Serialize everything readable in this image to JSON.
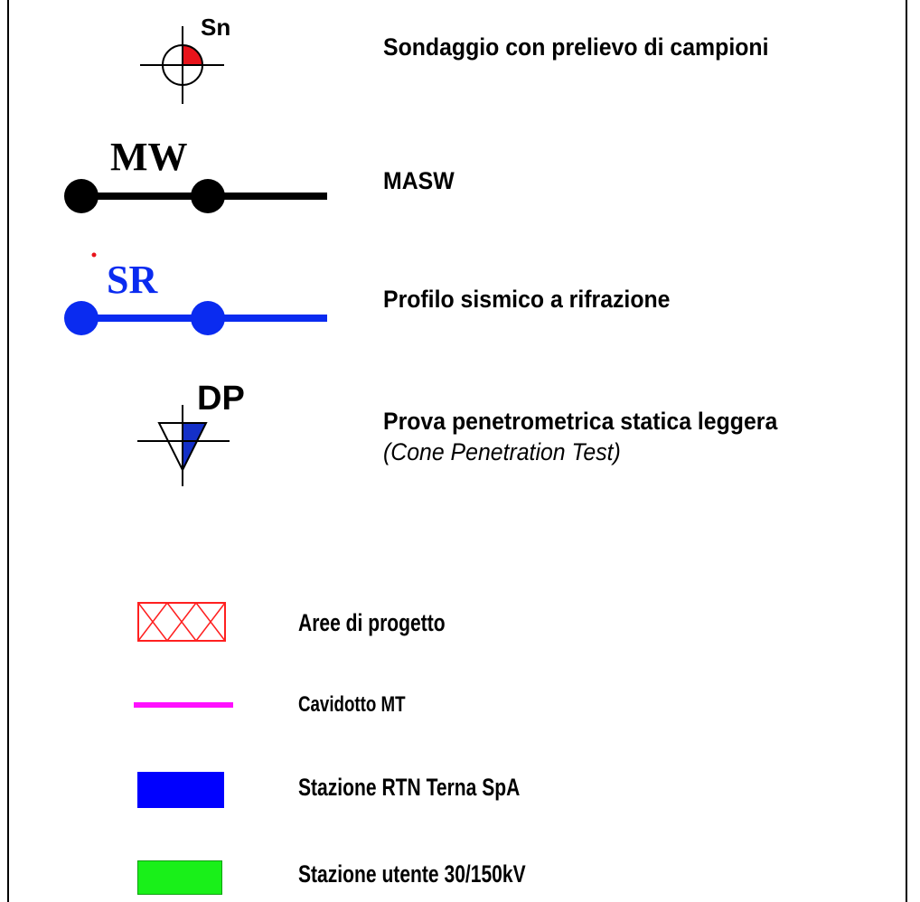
{
  "legend": {
    "items": [
      {
        "code": "Sn",
        "label": "Sondaggio con prelievo di campioni",
        "code_color": "#000000",
        "fill": "#e8141b"
      },
      {
        "code": "MW",
        "label": "MASW",
        "line_color": "#000000"
      },
      {
        "code": "SR",
        "label": "Profilo sismico a rifrazione",
        "line_color": "#0a2bf0"
      },
      {
        "code": "DP",
        "label": "Prova penetrometrica statica leggera",
        "sublabel": "(Cone Penetration Test)",
        "fill": "#1430c8"
      }
    ],
    "areas": [
      {
        "label": "Aree di progetto",
        "color": "#ff2020",
        "style": "cross-hatch"
      },
      {
        "label": "Cavidotto MT",
        "color": "#ff10ff",
        "style": "line"
      },
      {
        "label": "Stazione RTN Terna SpA",
        "color": "#0000ff",
        "style": "fill"
      },
      {
        "label": "Stazione utente 30/150kV",
        "color": "#19f019",
        "style": "fill"
      }
    ]
  }
}
